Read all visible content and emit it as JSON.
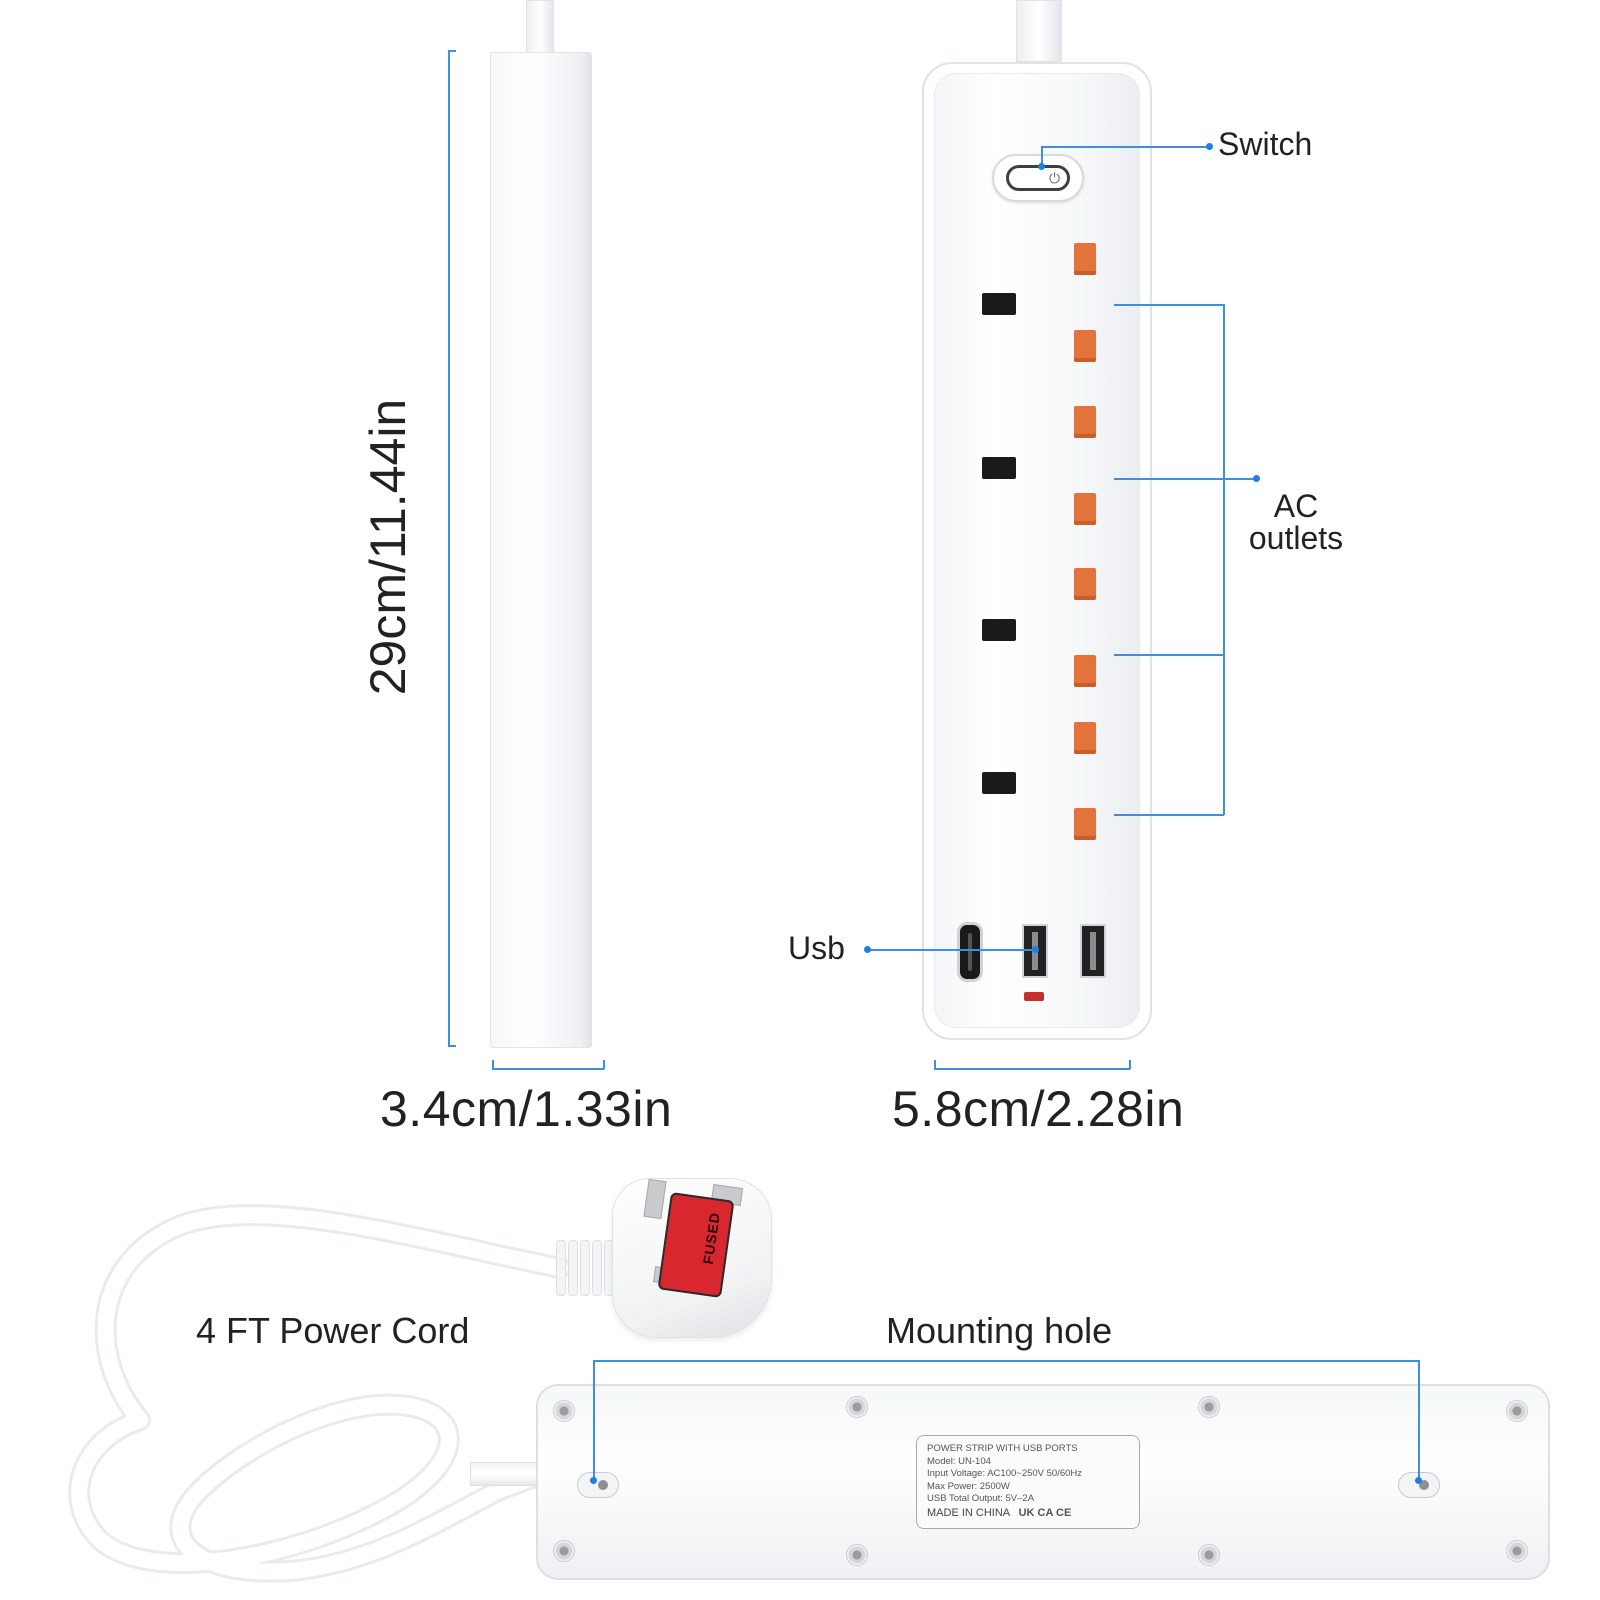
{
  "dimensions": {
    "height": "29cm/11.44in",
    "side_width": "3.4cm/1.33in",
    "front_width": "5.8cm/2.28in"
  },
  "callouts": {
    "switch": "Switch",
    "ac_outlets_line1": "AC",
    "ac_outlets_line2": "outlets",
    "usb": "Usb",
    "power_cord": "4 FT Power Cord",
    "mounting_hole": "Mounting hole"
  },
  "spec_label": {
    "line1": "POWER STRIP WITH USB PORTS",
    "line2": "Model: UN-104",
    "line3": "Input Voltage: AC100~250V 50/60Hz",
    "line4": "Max Power: 2500W",
    "line5": "USB Total Output: 5V–2A",
    "origin": "MADE IN CHINA",
    "marks": "UK CA  CE"
  },
  "plug": {
    "fuse_text": "FUSED"
  },
  "colors": {
    "dimension_line": "#3d8fe0",
    "callout": "#1f7fe0",
    "earth_pin": "#1a1a1a",
    "live_neutral_pins": "#e3733a",
    "fuse": "#d8272f"
  },
  "icons": [
    "power-icon",
    "usb-c-port",
    "usb-a-port"
  ]
}
